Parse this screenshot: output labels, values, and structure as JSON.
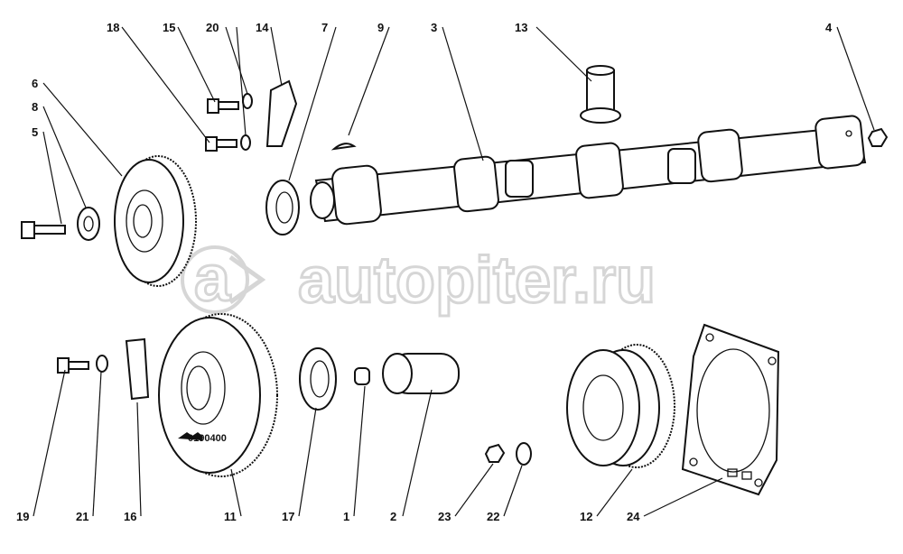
{
  "diagram": {
    "watermark": "autopiter.ru",
    "part_code": "0190400",
    "callouts": [
      "18",
      "15",
      "20",
      "14",
      "7",
      "9",
      "3",
      "13",
      "4",
      "6",
      "8",
      "5",
      "19",
      "21",
      "16",
      "11",
      "17",
      "1",
      "2",
      "23",
      "22",
      "12",
      "24"
    ]
  }
}
